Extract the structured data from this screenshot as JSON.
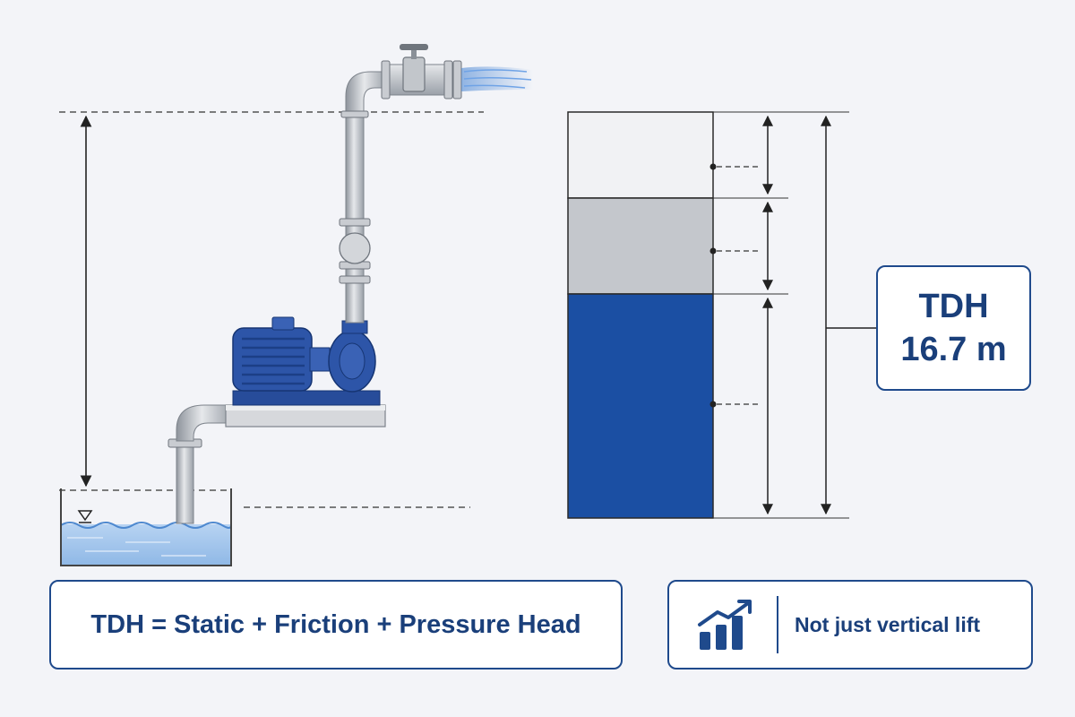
{
  "tdh_callout": {
    "label": "TDH",
    "value": "16.7 m"
  },
  "formula": {
    "text": "TDH = Static + Friction + Pressure Head"
  },
  "note": {
    "text": "Not just vertical lift",
    "icon": "rising-bar-chart-icon"
  },
  "colors": {
    "accent": "#1f4a8c",
    "pump_blue": "#2d55a8",
    "static_head": "#1b4fa3",
    "friction_head": "#c4c7cc",
    "pressure_head": "#f1f2f4",
    "water": "#a9c8ec",
    "pipe": "#bfc3c9"
  }
}
